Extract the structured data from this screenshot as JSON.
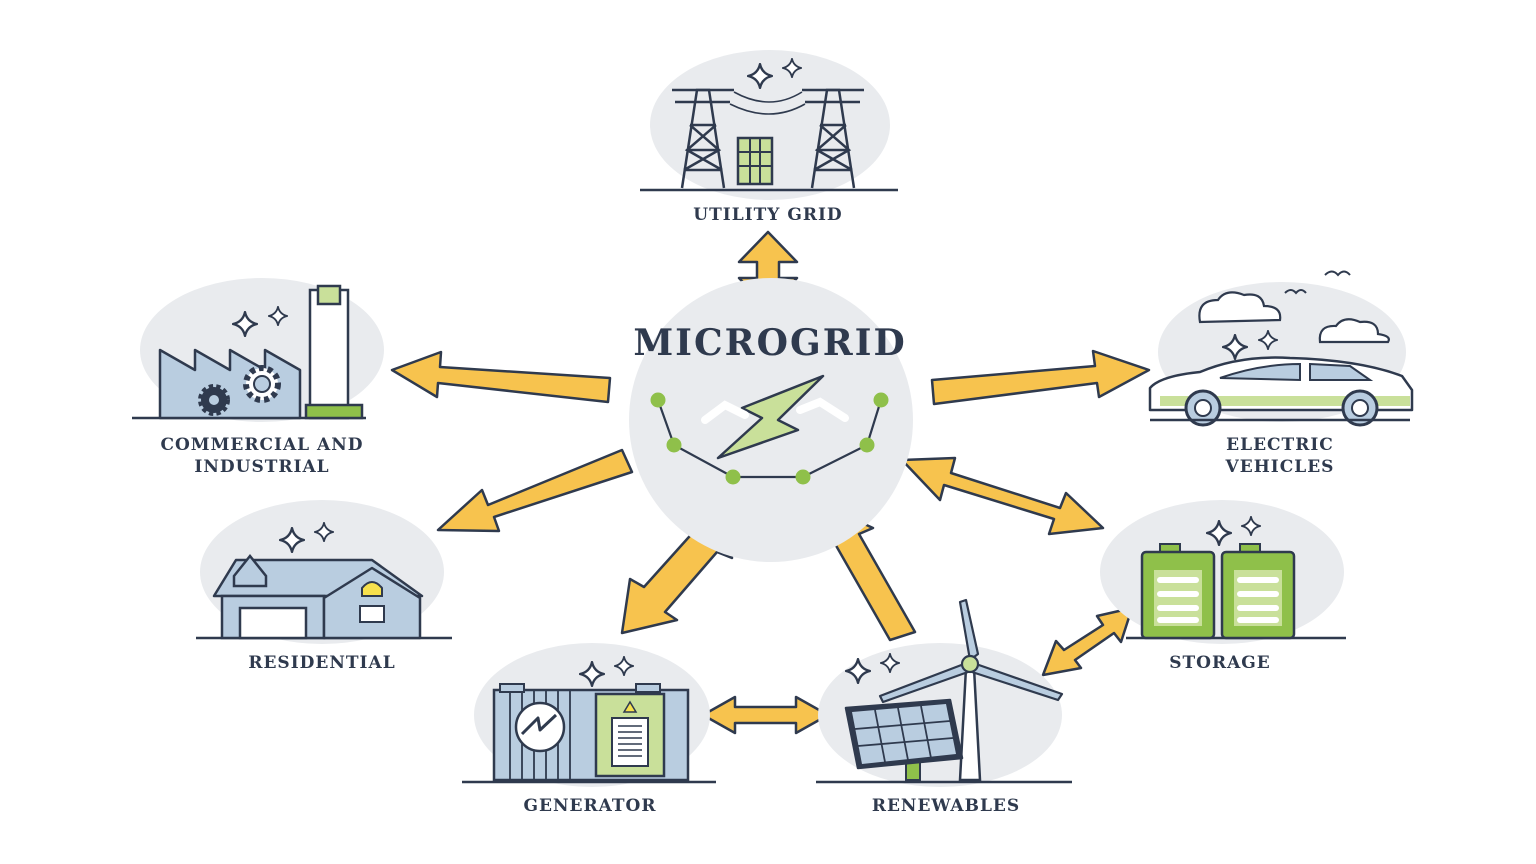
{
  "title": "MICROGRID",
  "nodes": {
    "utility_grid": "UTILITY GRID",
    "commercial_line1": "COMMERCIAL AND",
    "commercial_line2": "INDUSTRIAL",
    "electric_line1": "ELECTRIC",
    "electric_line2": "VEHICLES",
    "residential": "RESIDENTIAL",
    "storage": "STORAGE",
    "generator": "GENERATOR",
    "renewables": "RENEWABLES"
  },
  "colors": {
    "outline": "#2f3a4e",
    "arrow": "#f7c34e",
    "bubble": "#e9ebee",
    "blue": "#b9cde0",
    "green": "#8fc04a",
    "light_green": "#c9e09a"
  }
}
